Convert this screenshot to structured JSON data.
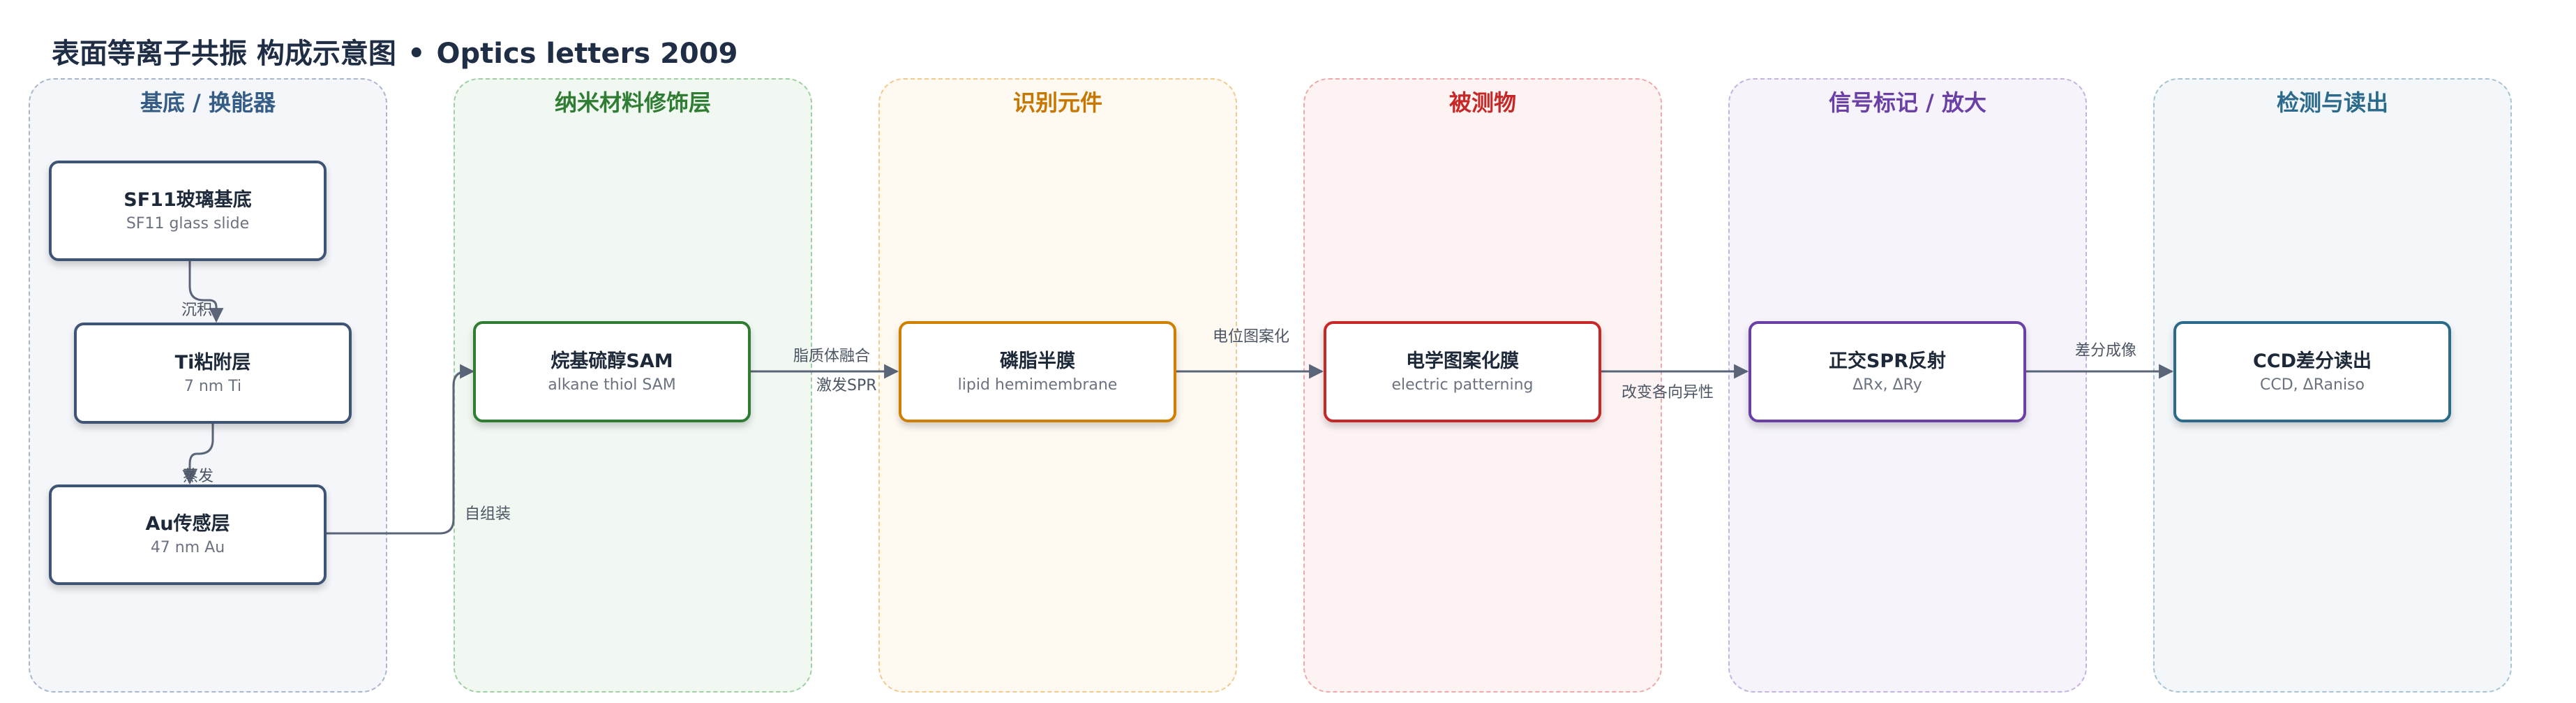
{
  "title": {
    "main": "表面等离子共振 构成示意图",
    "separator": "•",
    "source": "Optics letters 2009"
  },
  "columns": [
    {
      "label": "基底 / 换能器",
      "color": "#355c85",
      "bg": "#f4f6fa",
      "border": "#a9b7cc"
    },
    {
      "label": "纳米材料修饰层",
      "color": "#2e7d32",
      "bg": "#f1f7f1",
      "border": "#9fcfa3"
    },
    {
      "label": "识别元件",
      "color": "#c77700",
      "bg": "#fef9f1",
      "border": "#f2c98f"
    },
    {
      "label": "被测物",
      "color": "#c62828",
      "bg": "#fdf3f3",
      "border": "#eeaaaa"
    },
    {
      "label": "信号标记 / 放大",
      "color": "#6a3fa6",
      "bg": "#f6f3fb",
      "border": "#c5b3e0"
    },
    {
      "label": "检测与读出",
      "color": "#2b6a8a",
      "bg": "#f3f7f9",
      "border": "#a8c4d2"
    }
  ],
  "nodes": {
    "sf11": {
      "main": "SF11玻璃基底",
      "sub": "SF11 glass slide",
      "border": "#3e5475"
    },
    "ti": {
      "main": "Ti粘附层",
      "sub": "7 nm Ti",
      "border": "#3e5475"
    },
    "au": {
      "main": "Au传感层",
      "sub": "47 nm Au",
      "border": "#3e5475"
    },
    "sam": {
      "main": "烷基硫醇SAM",
      "sub": "alkane thiol SAM",
      "border": "#2e7d32"
    },
    "lipid": {
      "main": "磷脂半膜",
      "sub": "lipid hemimembrane",
      "border": "#d08000"
    },
    "electric": {
      "main": "电学图案化膜",
      "sub": "electric patterning",
      "border": "#c62828"
    },
    "spr": {
      "main": "正交SPR反射",
      "sub": "ΔRx, ΔRy",
      "border": "#6a3fa6"
    },
    "ccd": {
      "main": "CCD差分读出",
      "sub": "CCD, ΔRaniso",
      "border": "#2b6a8a"
    }
  },
  "edges": {
    "deposit": "沉积",
    "evaporate": "蒸发",
    "self_assembly": "自组装",
    "liposome_fusion": "脂质体融合",
    "excite_spr": "激发SPR",
    "potential_patterning": "电位图案化",
    "change_anisotropy": "改变各向异性",
    "differential_imaging": "差分成像"
  }
}
